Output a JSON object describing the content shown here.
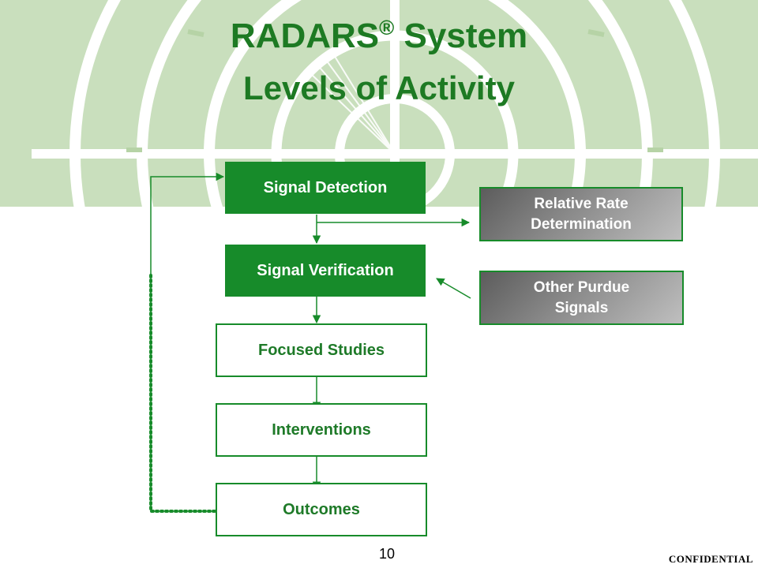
{
  "title": {
    "main": "RADARS",
    "registered_mark": "®",
    "main_suffix": "System",
    "subtitle": "Levels of Activity"
  },
  "flow_boxes": {
    "signal_detection": "Signal Detection",
    "signal_verification": "Signal Verification",
    "focused_studies": "Focused Studies",
    "interventions": "Interventions",
    "outcomes": "Outcomes"
  },
  "side_boxes": {
    "relative_rate": "Relative Rate Determination",
    "other_purdue": "Other Purdue Signals"
  },
  "footer": {
    "page_number": "10",
    "confidential": "CONFIDENTIAL"
  },
  "colors": {
    "accent_green": "#178b2a",
    "title_green": "#1d7a23",
    "radar_band": "#c9dfbd",
    "radar_line": "#ffffff"
  }
}
